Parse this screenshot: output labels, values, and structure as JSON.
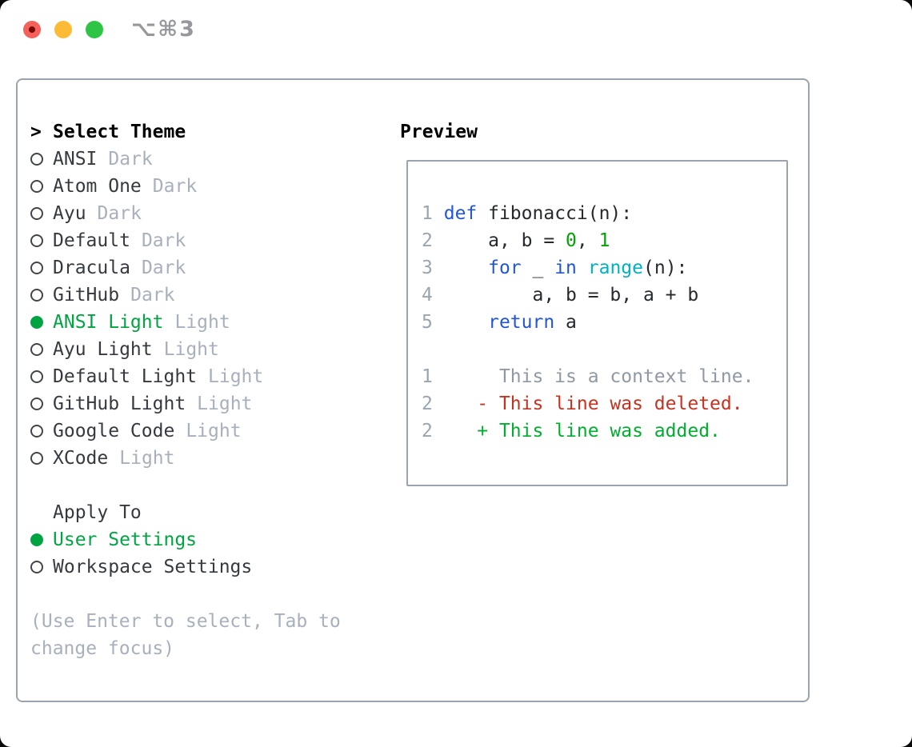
{
  "titlebar": {
    "shortcut": "⌥⌘3"
  },
  "colors": {
    "accent_green": "#00a542",
    "keyword_blue": "#2356d4",
    "builtin_cyan": "#00b2c0",
    "number_green": "#00a400",
    "deleted_red": "#c5321f",
    "added_green": "#00ae2e",
    "muted_gray": "#a7b0bc",
    "text_dark": "#363a40",
    "border_gray": "#9ba4ae",
    "traffic_red": "#f6605a",
    "traffic_yellow": "#fcbb36",
    "traffic_green": "#2fc544"
  },
  "theme_panel": {
    "header_prefix": ">",
    "header": "Select Theme",
    "themes": [
      {
        "name": "ANSI",
        "variant": "Dark",
        "selected": false
      },
      {
        "name": "Atom One",
        "variant": "Dark",
        "selected": false
      },
      {
        "name": "Ayu",
        "variant": "Dark",
        "selected": false
      },
      {
        "name": "Default",
        "variant": "Dark",
        "selected": false
      },
      {
        "name": "Dracula",
        "variant": "Dark",
        "selected": false
      },
      {
        "name": "GitHub",
        "variant": "Dark",
        "selected": false
      },
      {
        "name": "ANSI Light",
        "variant": "Light",
        "selected": true
      },
      {
        "name": "Ayu Light",
        "variant": "Light",
        "selected": false
      },
      {
        "name": "Default Light",
        "variant": "Light",
        "selected": false
      },
      {
        "name": "GitHub Light",
        "variant": "Light",
        "selected": false
      },
      {
        "name": "Google Code",
        "variant": "Light",
        "selected": false
      },
      {
        "name": "XCode",
        "variant": "Light",
        "selected": false
      }
    ],
    "apply_to": {
      "header": "Apply To",
      "options": [
        {
          "label": "User Settings",
          "selected": true
        },
        {
          "label": "Workspace Settings",
          "selected": false
        }
      ]
    },
    "hint": "(Use Enter to select, Tab to change focus)"
  },
  "preview": {
    "header": "Preview",
    "lines": [
      {
        "num": "1",
        "segments": [
          {
            "t": " ",
            "c": "plain"
          },
          {
            "t": "def",
            "c": "keyword"
          },
          {
            "t": " fibonacci(n):",
            "c": "plain"
          }
        ]
      },
      {
        "num": "2",
        "segments": [
          {
            "t": "     a, b = ",
            "c": "plain"
          },
          {
            "t": "0",
            "c": "number"
          },
          {
            "t": ", ",
            "c": "plain"
          },
          {
            "t": "1",
            "c": "number"
          }
        ]
      },
      {
        "num": "3",
        "segments": [
          {
            "t": "     ",
            "c": "plain"
          },
          {
            "t": "for",
            "c": "keyword"
          },
          {
            "t": " _ ",
            "c": "plain"
          },
          {
            "t": "in",
            "c": "keyword"
          },
          {
            "t": " ",
            "c": "plain"
          },
          {
            "t": "range",
            "c": "builtin"
          },
          {
            "t": "(n):",
            "c": "plain"
          }
        ]
      },
      {
        "num": "4",
        "segments": [
          {
            "t": "         a, b = b, a + b",
            "c": "plain"
          }
        ]
      },
      {
        "num": "5",
        "segments": [
          {
            "t": "     ",
            "c": "plain"
          },
          {
            "t": "return",
            "c": "keyword"
          },
          {
            "t": " a",
            "c": "plain"
          }
        ]
      },
      {
        "num": "",
        "segments": []
      },
      {
        "num": "1",
        "segments": [
          {
            "t": "      This is a context line.",
            "c": "context"
          }
        ]
      },
      {
        "num": "2",
        "segments": [
          {
            "t": "    ",
            "c": "plain"
          },
          {
            "t": "- This line was deleted.",
            "c": "deleted"
          }
        ]
      },
      {
        "num": "2",
        "segments": [
          {
            "t": "    ",
            "c": "plain"
          },
          {
            "t": "+ This line was added.",
            "c": "added"
          }
        ]
      }
    ]
  }
}
